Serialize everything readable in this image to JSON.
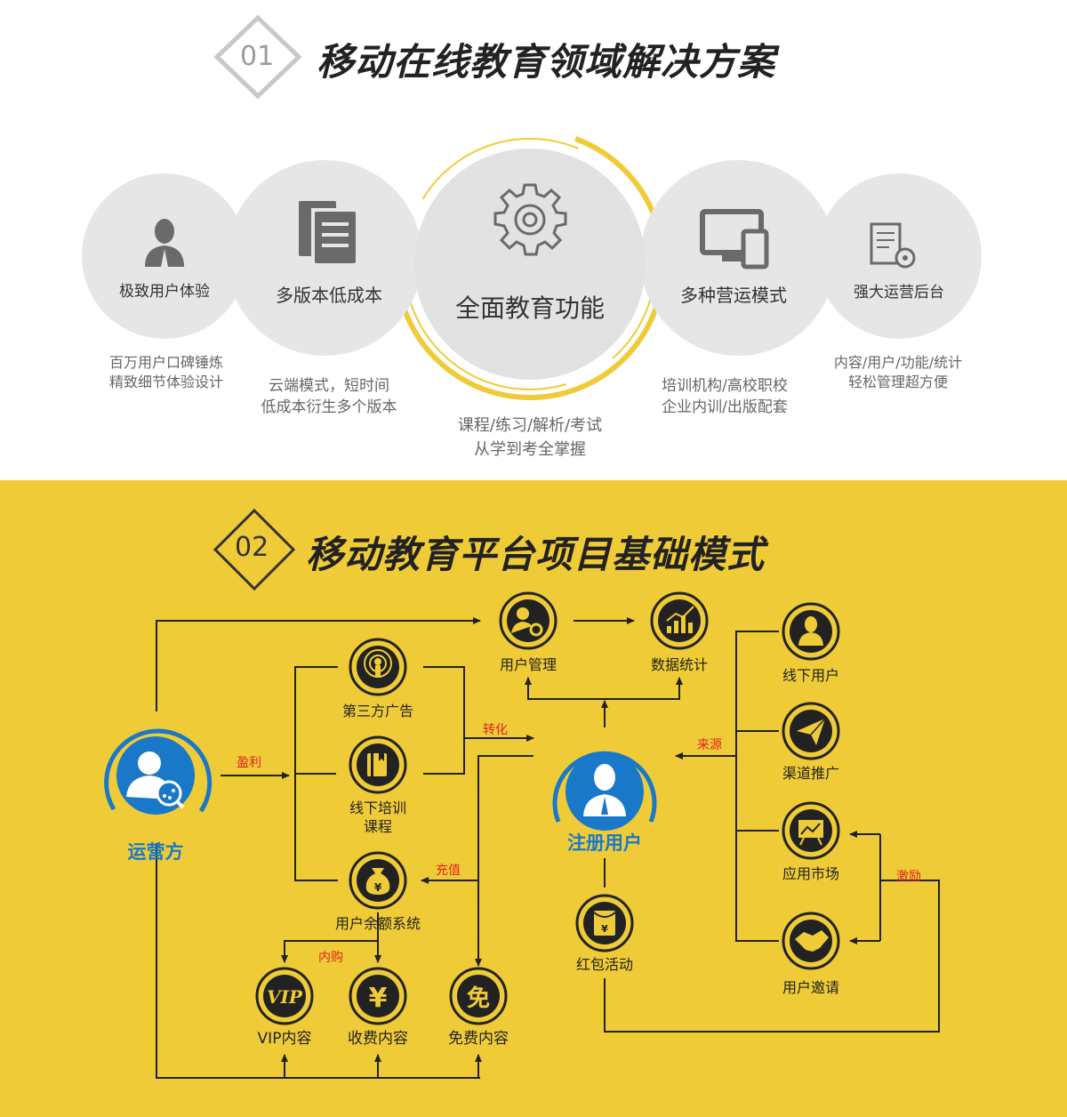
{
  "section1": {
    "number": "01",
    "title": "移动在线教育领域解决方案",
    "features": [
      {
        "label": "极致用户体验",
        "desc_line1": "百万用户口碑锤炼",
        "desc_line2": "精致细节体验设计",
        "icon": "user-icon"
      },
      {
        "label": "多版本低成本",
        "desc_line1": "云端模式，短时间",
        "desc_line2": "低成本衍生多个版本",
        "icon": "documents-icon"
      },
      {
        "label": "全面教育功能",
        "desc_line1": "课程/练习/解析/考试",
        "desc_line2": "从学到考全掌握",
        "icon": "gear-icon"
      },
      {
        "label": "多种营运模式",
        "desc_line1": "培训机构/高校职校",
        "desc_line2": "企业内训/出版配套",
        "icon": "devices-icon"
      },
      {
        "label": "强大运营后台",
        "desc_line1": "内容/用户/功能/统计",
        "desc_line2": "轻松管理超方便",
        "icon": "settings-doc-icon"
      }
    ],
    "colors": {
      "circle": "#e6e6e6",
      "accent": "#efcb37"
    }
  },
  "section2": {
    "number": "02",
    "title": "移动教育平台项目基础模式",
    "nodes": {
      "operator": "运营方",
      "registered_user": "注册用户",
      "user_management": "用户管理",
      "data_stats": "数据统计",
      "third_party_ads": "第三方广告",
      "offline_training_line1": "线下培训",
      "offline_training_line2": "课程",
      "balance_system": "用户余额系统",
      "vip_content": "VIP内容",
      "paid_content": "收费内容",
      "free_content": "免费内容",
      "red_packet": "红包活动",
      "offline_users": "线下用户",
      "channel_promo": "渠道推广",
      "app_market": "应用市场",
      "user_invite": "用户邀请"
    },
    "edge_labels": {
      "profit": "盈利",
      "convert": "转化",
      "recharge": "充值",
      "in_app_purchase": "内购",
      "source": "来源",
      "incentive": "激励"
    },
    "icon_glyphs": {
      "vip": "VIP",
      "yuan": "¥",
      "free": "免"
    },
    "colors": {
      "background": "#efcb37",
      "blue": "#1a78c8",
      "red": "#e32222",
      "line": "#222222"
    }
  }
}
